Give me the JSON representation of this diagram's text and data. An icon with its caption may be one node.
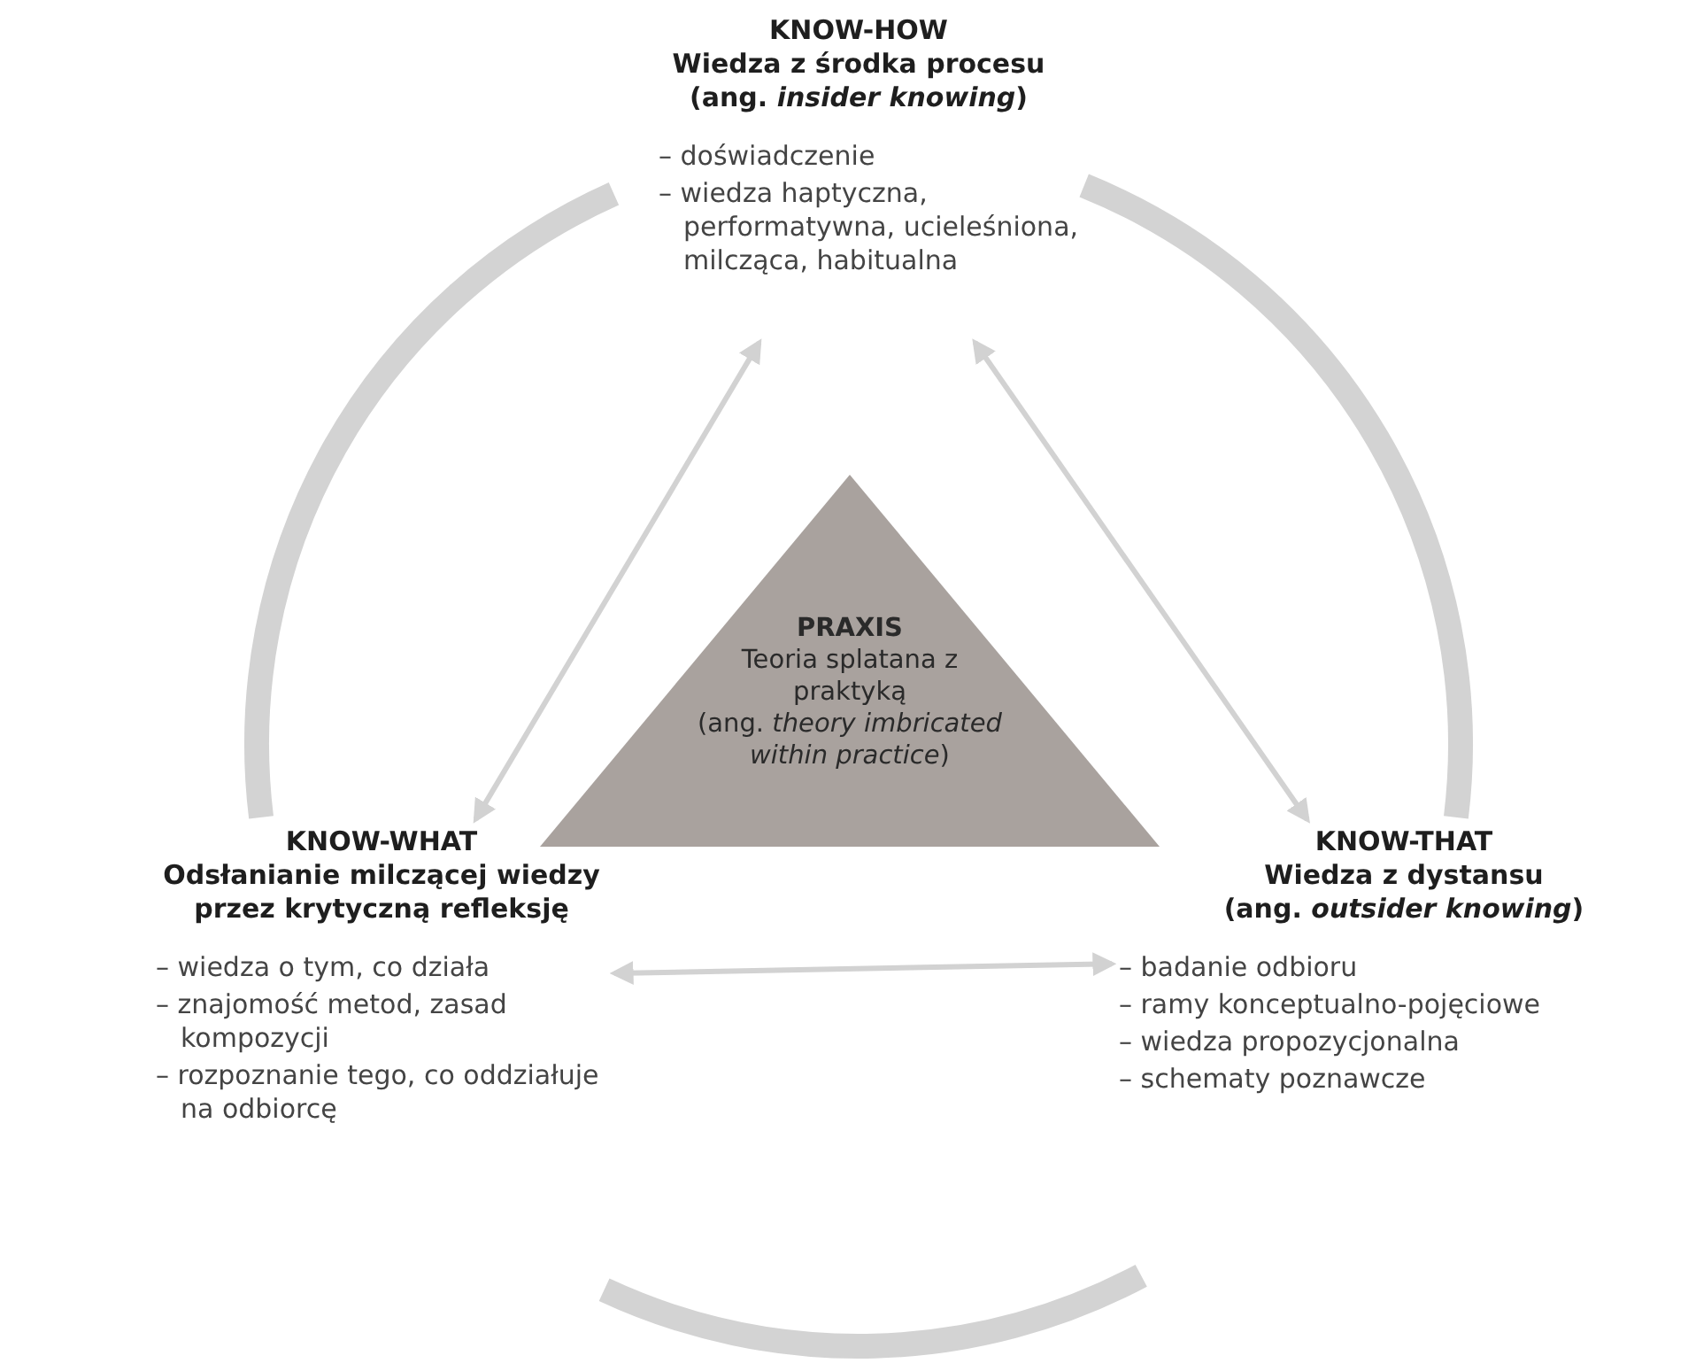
{
  "diagram": {
    "nodes": [
      {
        "text": [
          "KNOW-HOW",
          "Wiedza z środka procesu",
          "(ang. *insider knowing*)",
          "– doświadczenie",
          "– wiedza haptyczna, performatywna, ucieleśniona, milcząca, habitualna"
        ]
      },
      {
        "text": [
          "PRAXIS",
          "Teoria splatana z praktyką",
          "(ang. *theory imbricated within practice*)"
        ]
      },
      {
        "text": [
          "KNOW-WHAT",
          "Odsłanianie milczącej wiedzy przez krytyczną refleksję",
          "– wiedza o tym, co działa",
          "– znajomość metod, zasad kompozycji",
          "– rozpoznanie tego, co oddziałuje na odbiorcę"
        ]
      },
      {
        "text": [
          "KNOW-THAT",
          "Wiedza z dystansu",
          "(ang. *outsider knowing*)",
          "– badanie odbioru",
          "– ramy konceptualno-pojęciowe",
          "– wiedza propozycjonalna",
          "– schematy poznawcze"
        ]
      }
    ],
    "edges": [
      {
        "from": 0,
        "to": 2,
        "arrow": "both"
      },
      {
        "from": 0,
        "to": 3,
        "arrow": "both"
      },
      {
        "from": 2,
        "to": 3,
        "arrow": "both"
      }
    ]
  }
}
